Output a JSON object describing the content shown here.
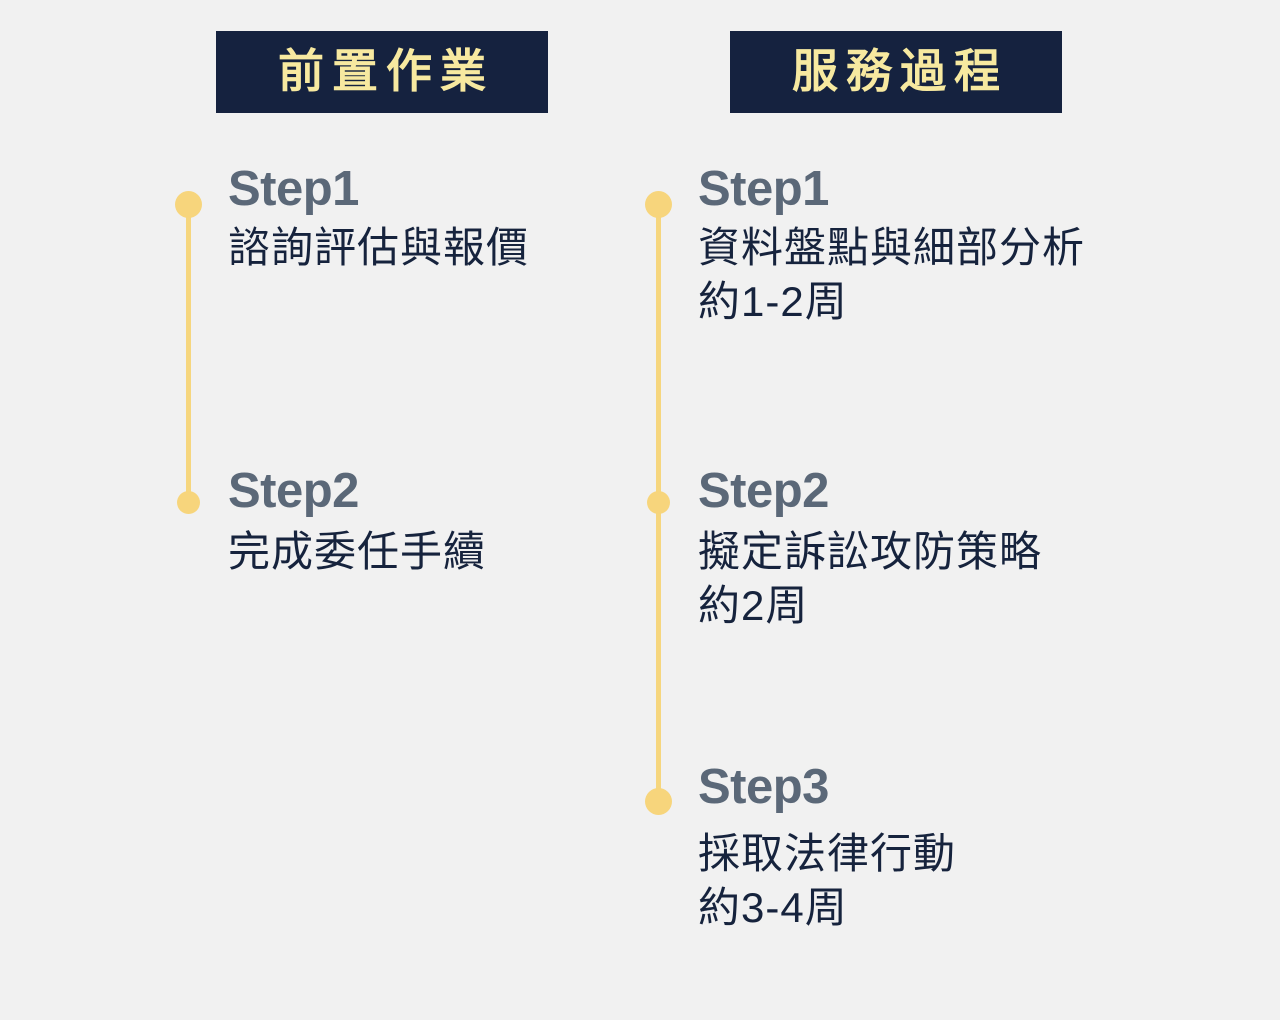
{
  "background_color": "#f1f1f1",
  "palette": {
    "navy": "#15223f",
    "header_text": "#f7e9a0",
    "dot": "#f7d57c",
    "rail": "#f6d67e",
    "step_label": "#5b6878",
    "body_text": "#16233d"
  },
  "columns": [
    {
      "id": "preparation",
      "header": "前置作業",
      "steps": [
        {
          "label": "Step1",
          "lines": [
            "諮詢評估與報價"
          ]
        },
        {
          "label": "Step2",
          "lines": [
            "完成委任手續"
          ]
        }
      ]
    },
    {
      "id": "service-process",
      "header": "服務過程",
      "steps": [
        {
          "label": "Step1",
          "lines": [
            "資料盤點與細部分析",
            "約1-2周"
          ]
        },
        {
          "label": "Step2",
          "lines": [
            "擬定訴訟攻防策略",
            "約2周"
          ]
        },
        {
          "label": "Step3",
          "lines": [
            "採取法律行動",
            "約3-4周"
          ]
        }
      ]
    }
  ]
}
